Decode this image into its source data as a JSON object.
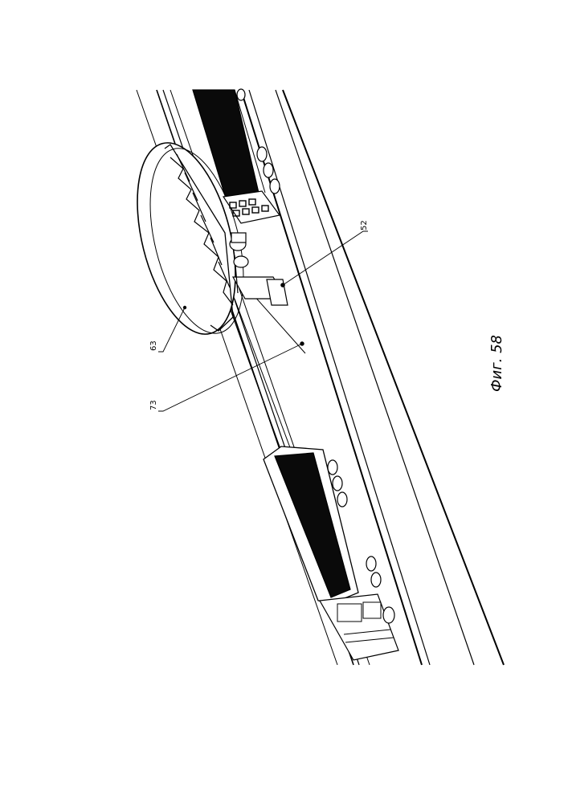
{
  "figure": {
    "caption": "Фиг. 58",
    "labels": {
      "dish": "63",
      "rail_line": "73",
      "support": "52"
    }
  },
  "colors": {
    "ink": "#000000",
    "paper": "#ffffff",
    "cargo": "#0a0a0a"
  }
}
